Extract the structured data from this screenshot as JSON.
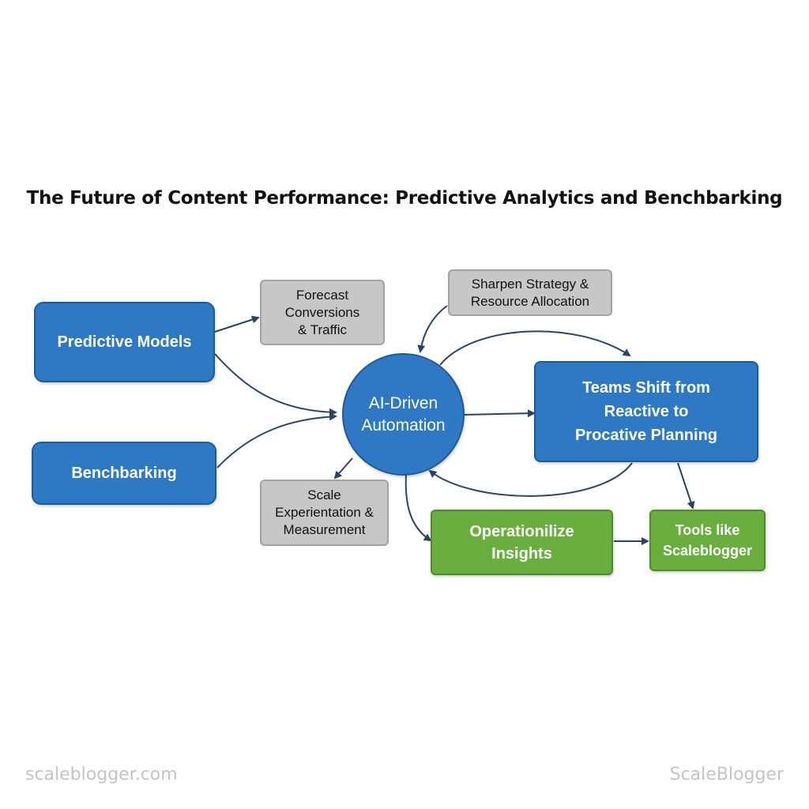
{
  "title": "The Future of Content Performance: Predictive Analytics and Benchbarking",
  "nodes": {
    "predictive_models": "Predictive Models",
    "benchbarking": "Benchbarking",
    "forecast": "Forecast\nConversions\n& Traffic",
    "sharpen": "Sharpen Strategy &\nResource Allocation",
    "ai_automation": "AI-Driven\nAutomation",
    "teams_shift": "Teams Shift from\nReactive to\nProcative Planning",
    "scale_experimentation": "Scale\nExperientation &\nMeasurement",
    "operationalize": "Operationilize\nInsights",
    "tools": "Tools like\nScaleblogger"
  },
  "watermarks": {
    "left": "scaleblogger.com",
    "right": "ScaleBlogger"
  },
  "colors": {
    "blue_fill": "#2f78c4",
    "green_fill": "#6aae3f",
    "gray_fill": "#c7c7c7",
    "arrow": "#2a4466"
  }
}
